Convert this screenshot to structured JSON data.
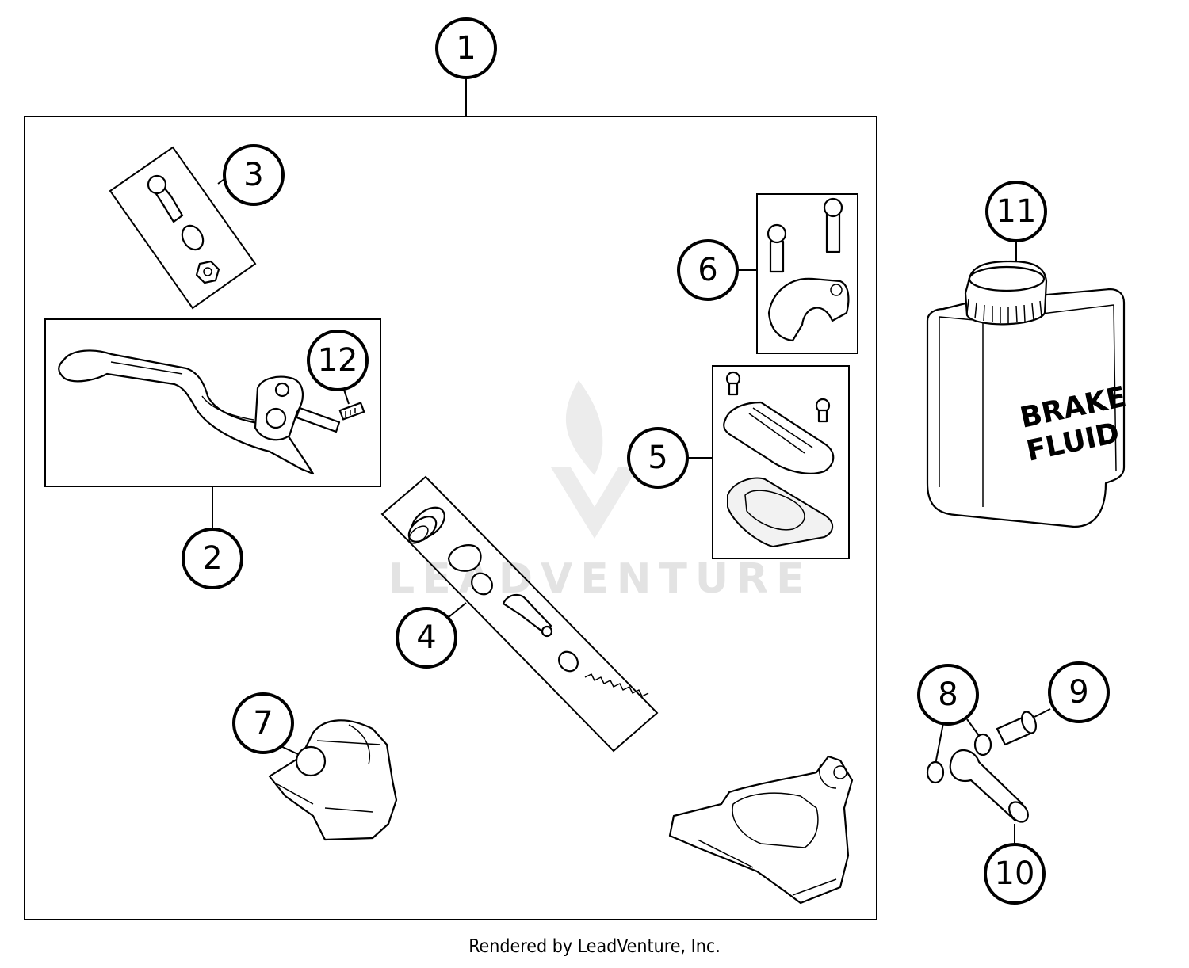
{
  "diagram": {
    "callouts": {
      "c1": "1",
      "c2": "2",
      "c3": "3",
      "c4": "4",
      "c5": "5",
      "c6": "6",
      "c7": "7",
      "c8": "8",
      "c9": "9",
      "c10": "10",
      "c11": "11",
      "c12": "12"
    },
    "bottle_label": {
      "line1": "BRAKE",
      "line2": "FLUID"
    },
    "watermark": "LEADVENTURE"
  },
  "footer": {
    "credit": "Rendered by LeadVenture, Inc."
  },
  "colors": {
    "line": "#000000",
    "background": "#ffffff",
    "watermark": "#e3e3e3"
  }
}
